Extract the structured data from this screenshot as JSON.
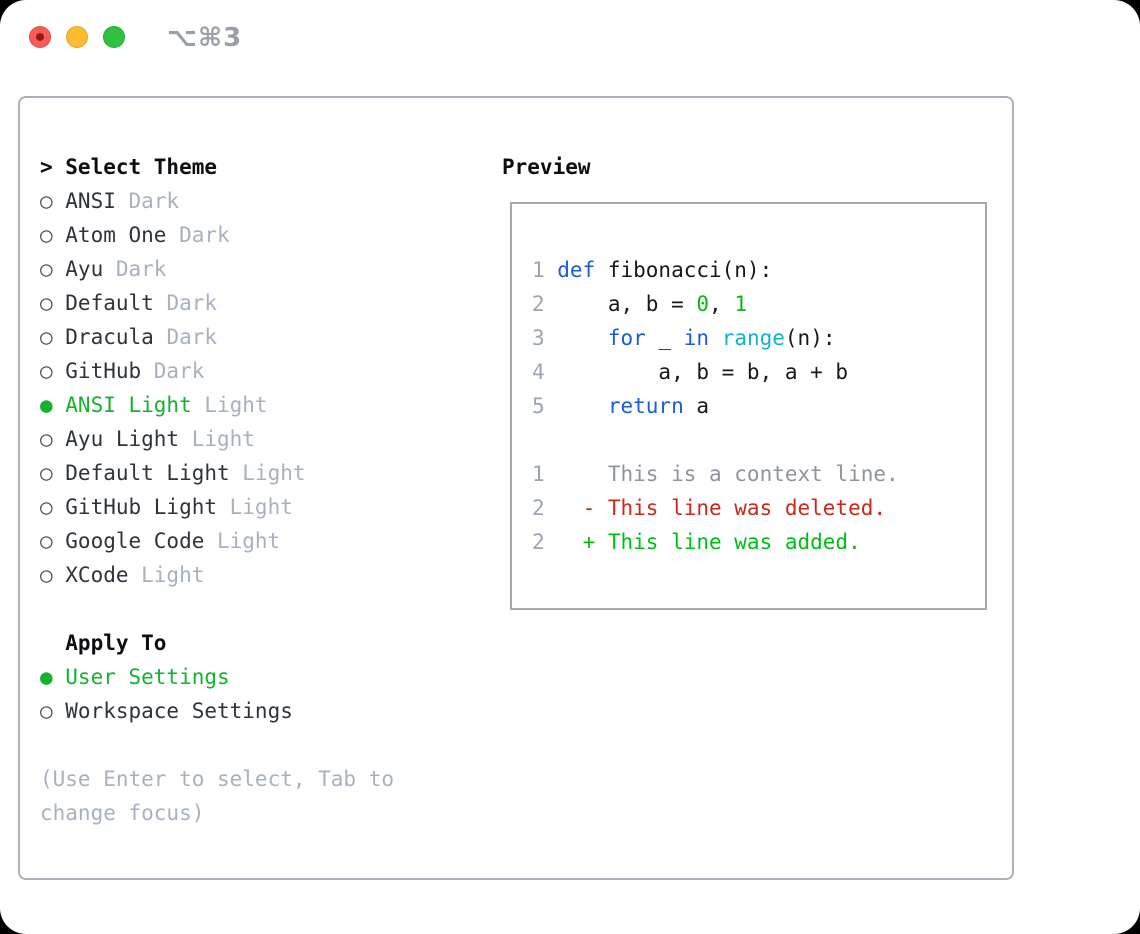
{
  "window": {
    "shortcut_label": "⌥⌘3",
    "traffic_lights": [
      "close",
      "minimize",
      "zoom"
    ]
  },
  "icons": {
    "selected_radio": "●",
    "unselected_radio": "○",
    "focus_marker": ">"
  },
  "theme_picker": {
    "title": "Select Theme",
    "title_marker": ">",
    "themes": [
      {
        "name": "ANSI",
        "tag": "Dark",
        "selected": false
      },
      {
        "name": "Atom One",
        "tag": "Dark",
        "selected": false
      },
      {
        "name": "Ayu",
        "tag": "Dark",
        "selected": false
      },
      {
        "name": "Default",
        "tag": "Dark",
        "selected": false
      },
      {
        "name": "Dracula",
        "tag": "Dark",
        "selected": false
      },
      {
        "name": "GitHub",
        "tag": "Dark",
        "selected": false
      },
      {
        "name": "ANSI Light",
        "tag": "Light",
        "selected": true
      },
      {
        "name": "Ayu Light",
        "tag": "Light",
        "selected": false
      },
      {
        "name": "Default Light",
        "tag": "Light",
        "selected": false
      },
      {
        "name": "GitHub Light",
        "tag": "Light",
        "selected": false
      },
      {
        "name": "Google Code",
        "tag": "Light",
        "selected": false
      },
      {
        "name": "XCode",
        "tag": "Light",
        "selected": false
      }
    ],
    "apply_to": {
      "title": "Apply To",
      "options": [
        {
          "label": "User Settings",
          "selected": true
        },
        {
          "label": "Workspace Settings",
          "selected": false
        }
      ]
    },
    "hint": "(Use Enter to select, Tab to change focus)"
  },
  "preview": {
    "title": "Preview",
    "lines": [
      {
        "number": "1",
        "tokens": [
          {
            "text": "def",
            "style": "keyword"
          },
          {
            "text": " fibonacci(n):",
            "style": "plain"
          }
        ]
      },
      {
        "number": "2",
        "tokens": [
          {
            "text": "    a, b = ",
            "style": "plain"
          },
          {
            "text": "0",
            "style": "number"
          },
          {
            "text": ", ",
            "style": "plain"
          },
          {
            "text": "1",
            "style": "number"
          }
        ]
      },
      {
        "number": "3",
        "tokens": [
          {
            "text": "    ",
            "style": "plain"
          },
          {
            "text": "for",
            "style": "keyword"
          },
          {
            "text": " _ ",
            "style": "plain"
          },
          {
            "text": "in",
            "style": "keyword"
          },
          {
            "text": " ",
            "style": "plain"
          },
          {
            "text": "range",
            "style": "builtin"
          },
          {
            "text": "(n):",
            "style": "plain"
          }
        ]
      },
      {
        "number": "4",
        "tokens": [
          {
            "text": "        a, b = b, a + b",
            "style": "plain"
          }
        ]
      },
      {
        "number": "5",
        "tokens": [
          {
            "text": "    ",
            "style": "plain"
          },
          {
            "text": "return",
            "style": "keyword"
          },
          {
            "text": " a",
            "style": "plain"
          }
        ]
      },
      {
        "number": "",
        "tokens": []
      },
      {
        "number": "1",
        "tokens": [
          {
            "text": "    This is a context line.",
            "style": "context"
          }
        ]
      },
      {
        "number": "2",
        "tokens": [
          {
            "text": "  - This line was deleted.",
            "style": "deleted"
          }
        ]
      },
      {
        "number": "2",
        "tokens": [
          {
            "text": "  + This line was added.",
            "style": "added"
          }
        ]
      }
    ]
  },
  "colors": {
    "selection_green": "#13b32e",
    "added_green": "#00bd17",
    "deleted_red": "#c9281c",
    "keyword_blue": "#1a5ed2",
    "builtin_cyan": "#12b3c9",
    "number_green": "#0bb61c",
    "muted_tag": "#a7b1bf",
    "line_number_gray": "#9aa4b3",
    "panel_border": "#a9b0bb",
    "traffic_red": "#fc5a54",
    "traffic_yellow": "#fdbc2f",
    "traffic_green": "#2ec23e"
  }
}
